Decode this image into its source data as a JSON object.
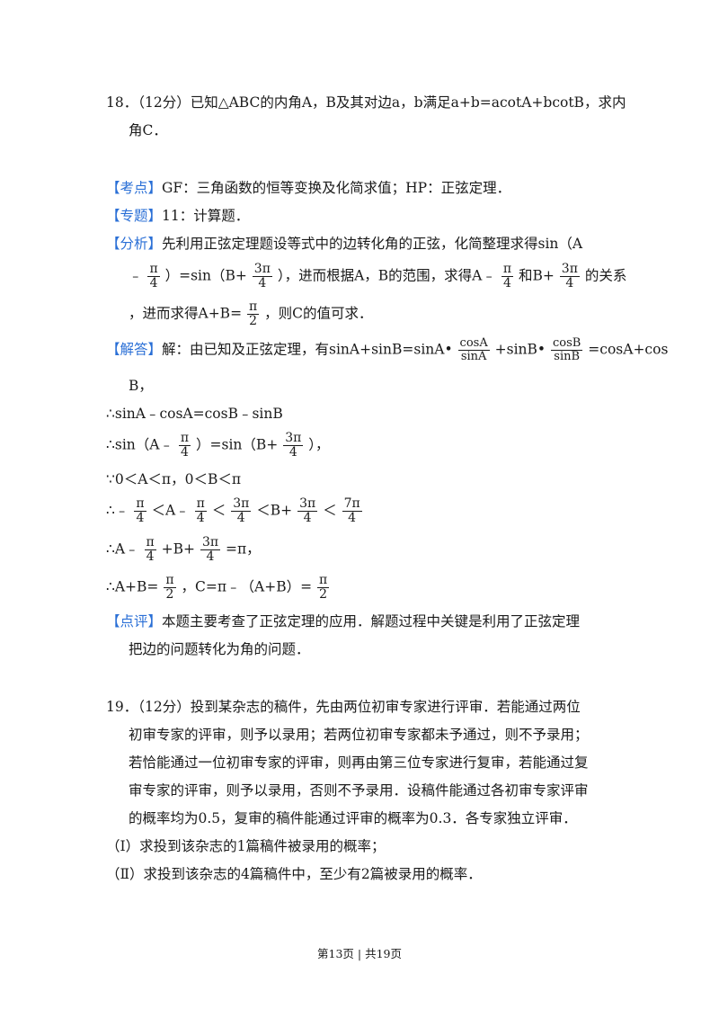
{
  "q18": {
    "line1": "18．（12分）已知△ABC的内角A，B及其对边a，b满足a+b=acotA+bcotB，求内",
    "line2": "角C．"
  },
  "kaodian": {
    "tag": "【考点】",
    "text": "GF：三角函数的恒等变换及化简求值；HP：正弦定理．"
  },
  "zhuanti": {
    "tag": "【专题】",
    "text": "11：计算题．"
  },
  "fenxi": {
    "tag": "【分析】",
    "l1": "先利用正弦定理题设等式中的边转化角的正弦，化简整理求得sin（A",
    "l2a": "﹣",
    "l2b": "）=sin（B+",
    "l2c": "），进而根据A，B的范围，求得A﹣",
    "l2d": "和B+",
    "l2e": "的关系",
    "l3a": "，进而求得A+B=",
    "l3b": "，则C的值可求．"
  },
  "jieda": {
    "tag": "【解答】",
    "l1a": "解：由已知及正弦定理，有sinA+sinB=sinA•",
    "l1b": "+sinB•",
    "l1c": "=cosA+cos",
    "l2": "B，",
    "l3": "∴sinA﹣cosA=cosB﹣sinB",
    "l4a": "∴sin（A﹣",
    "l4b": "）=sin（B+",
    "l4c": "），",
    "l5": "∵0＜A＜π，0＜B＜π",
    "l6a": "∴﹣",
    "l6b": "＜A﹣",
    "l6c": "＜",
    "l6d": "＜B+",
    "l6e": "＜",
    "l7a": "∴A﹣",
    "l7b": "+B+",
    "l7c": "=π，",
    "l8a": "∴A+B=",
    "l8b": "，C=π﹣（A+B）=",
    "cosA": "cosA",
    "sinA": "sinA",
    "cosB": "cosB",
    "sinB": "sinB"
  },
  "fracs": {
    "pi": "π",
    "three_pi": "3π",
    "seven_pi": "7π",
    "four": "4",
    "two": "2"
  },
  "dianping": {
    "tag": "【点评】",
    "l1": "本题主要考查了正弦定理的应用．解题过程中关键是利用了正弦定理",
    "l2": "把边的问题转化为角的问题．"
  },
  "q19": {
    "l1": "19．（12分）投到某杂志的稿件，先由两位初审专家进行评审．若能通过两位",
    "l2": "初审专家的评审，则予以录用；若两位初审专家都未予通过，则不予录用；",
    "l3": "若恰能通过一位初审专家的评审，则再由第三位专家进行复审，若能通过复",
    "l4": "审专家的评审，则予以录用，否则不予录用．设稿件能通过各初审专家评审",
    "l5": "的概率均为0.5，复审的稿件能通过评审的概率为0.3．各专家独立评审．",
    "l6": "（Ⅰ）求投到该杂志的1篇稿件被录用的概率；",
    "l7": "（Ⅱ）求投到该杂志的4篇稿件中，至少有2篇被录用的概率．"
  },
  "footer": "第13页 | 共19页"
}
